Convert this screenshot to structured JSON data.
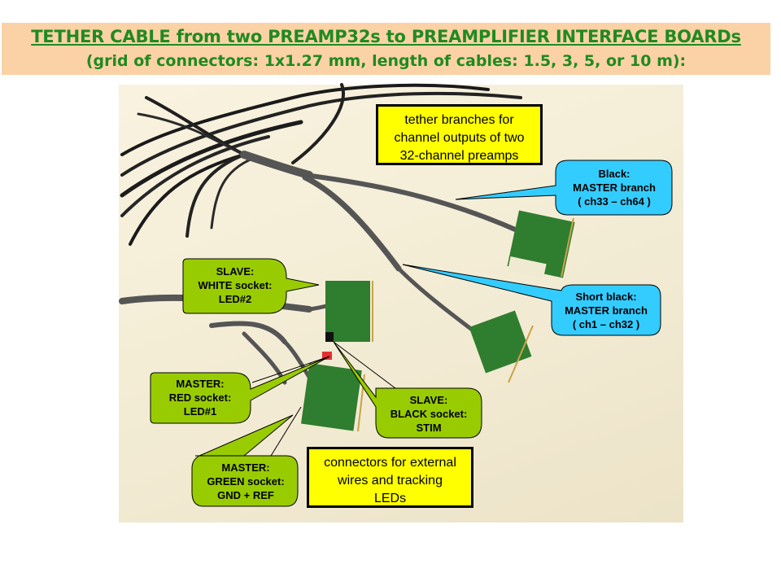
{
  "header": {
    "title": "TETHER CABLE from two PREAMP32s to PREAMPLIFIER INTERFACE BOARDs",
    "subtitle": "(grid of connectors: 1x1.27 mm, length of cables: 1.5, 3, 5, or 10 m):"
  },
  "colors": {
    "header_bg": "#fbd2a6",
    "header_text": "#208a20",
    "green_callout": "#99cc00",
    "cyan_callout": "#33ccff",
    "yellow_box": "#ffff00"
  },
  "labels": {
    "tether_branches": [
      "tether branches for",
      "channel outputs of two",
      "32-channel preamps"
    ],
    "black_master": [
      "Black:",
      "MASTER branch",
      "( ch33 – ch64 )"
    ],
    "short_black_master": [
      "Short black:",
      "MASTER branch",
      "( ch1 – ch32 )"
    ],
    "slave_white": [
      "SLAVE:",
      "WHITE socket:",
      "LED#2"
    ],
    "master_red": [
      "MASTER:",
      "RED socket:",
      "LED#1"
    ],
    "slave_black": [
      "SLAVE:",
      "BLACK socket:",
      "STIM"
    ],
    "master_green": [
      "MASTER:",
      "GREEN socket:",
      "GND + REF"
    ],
    "connectors_external": [
      "connectors for external",
      "wires and tracking",
      "LEDs"
    ]
  }
}
